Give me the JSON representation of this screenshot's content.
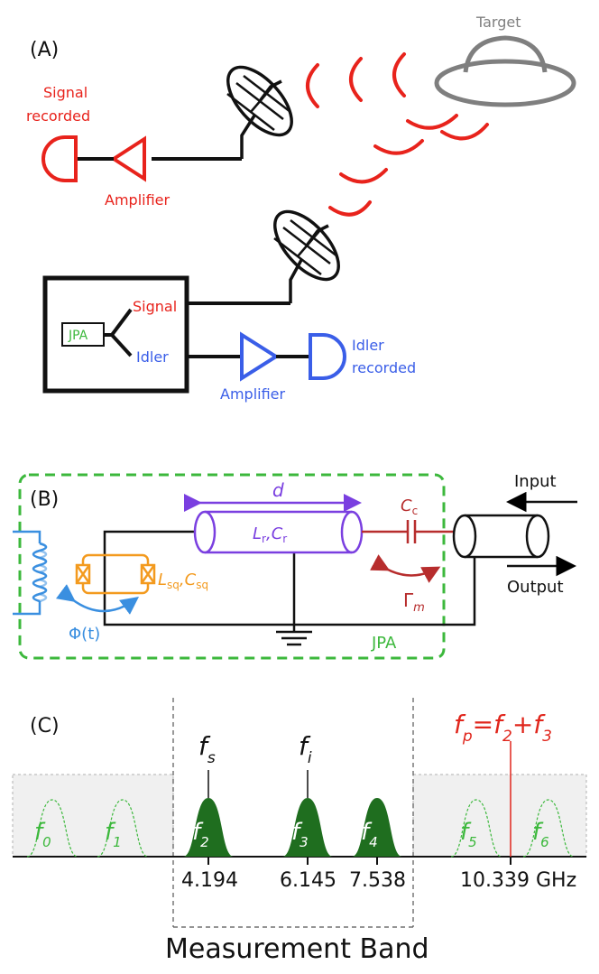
{
  "panel_a": {
    "label": "(A)",
    "target_label": "Target",
    "signal_recorded_line1": "Signal",
    "signal_recorded_line2": "recorded",
    "amplifier_top_label": "Amplifier",
    "jpa_label": "JPA",
    "signal_port_label": "Signal",
    "idler_port_label": "Idler",
    "amplifier_bottom_label": "Amplifier",
    "idler_recorded_line1": "Idler",
    "idler_recorded_line2": "recorded"
  },
  "panel_b": {
    "label": "(B)",
    "length_label": "d",
    "line_L": "L",
    "line_L_sub": "r",
    "line_sep": ",",
    "line_C": "C",
    "line_C_sub": "r",
    "cap_C": "C",
    "cap_C_sub": "c",
    "squid_L": "L",
    "squid_L_sub": "sq",
    "squid_sep": ",",
    "squid_C": "C",
    "squid_C_sub": "sq",
    "flux_label": "Φ(t)",
    "gamma": "Γ",
    "gamma_sub": "m",
    "input_label": "Input",
    "output_label": "Output",
    "jpa_label": "JPA",
    "colors": {
      "green": "#3cb83c",
      "blue": "#3a8fe0",
      "orange": "#f39a1e",
      "purple": "#7a3fe0",
      "red": "#b72d2d"
    }
  },
  "panel_c": {
    "label": "(C)",
    "pump_f": "f",
    "pump_p": "p",
    "pump_eq": "=",
    "pump_f2": "f",
    "pump_2": "2",
    "pump_plus": "+",
    "pump_f3": "f",
    "pump_3": "3",
    "fs_f": "f",
    "fs_sub": "s",
    "fi_f": "f",
    "fi_sub": "i",
    "modes": [
      {
        "f": "f",
        "sub": "0"
      },
      {
        "f": "f",
        "sub": "1"
      },
      {
        "f": "f",
        "sub": "2"
      },
      {
        "f": "f",
        "sub": "3"
      },
      {
        "f": "f",
        "sub": "4"
      },
      {
        "f": "f",
        "sub": "5"
      },
      {
        "f": "f",
        "sub": "6"
      }
    ],
    "freq_labels": [
      "4.194",
      "6.145",
      "7.538",
      "10.339 GHz"
    ],
    "band_label": "Measurement Band",
    "colors": {
      "mode_fill": "#1f6e1f",
      "pump": "#e0261c"
    }
  }
}
